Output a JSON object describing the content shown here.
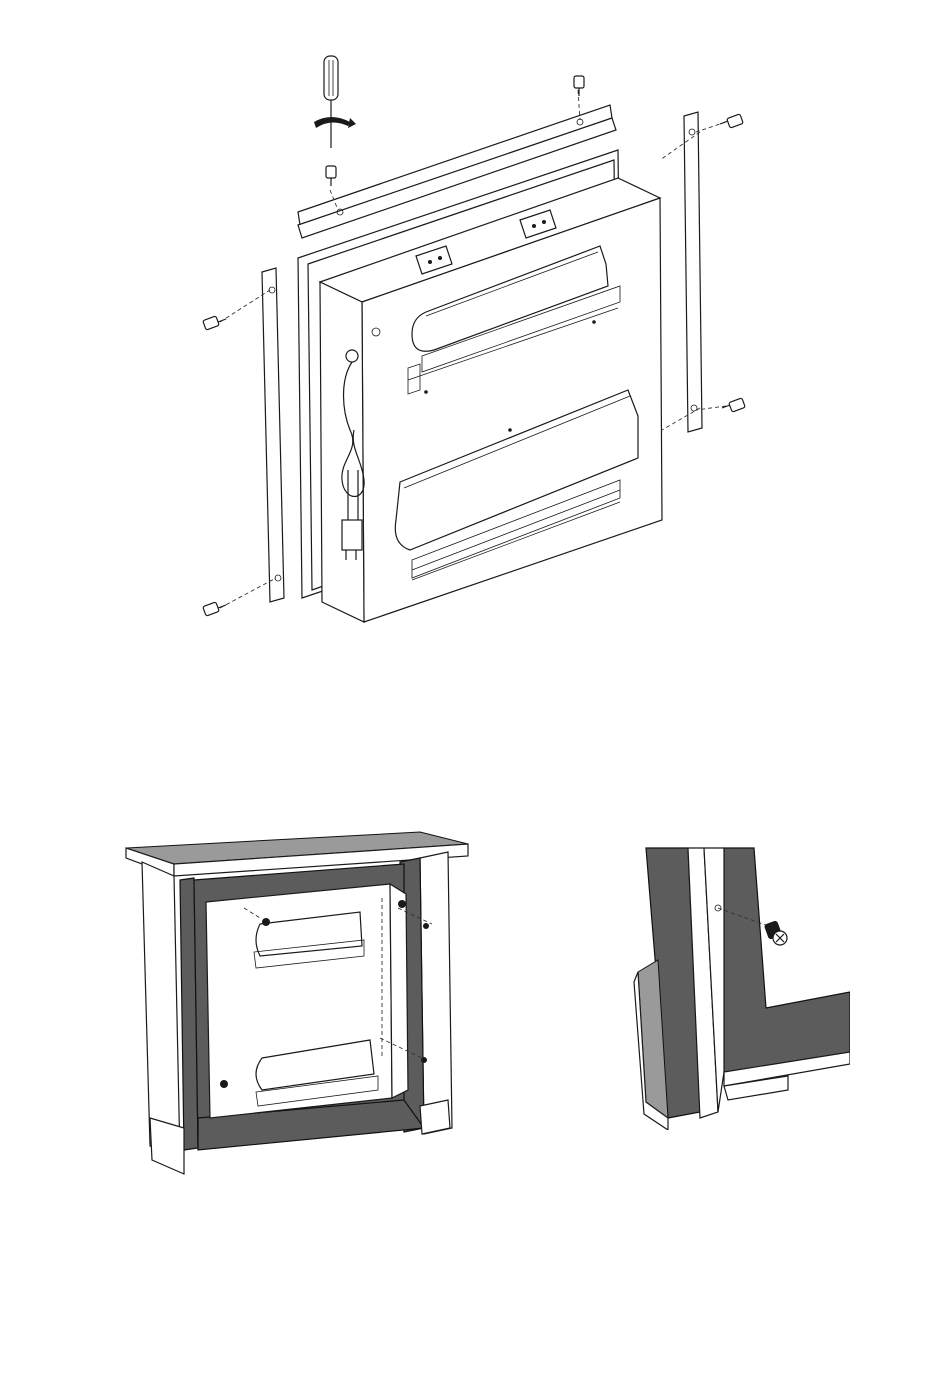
{
  "figures": [
    {
      "name": "exploded-insert-view",
      "icons": [
        "screwdriver-icon",
        "screw-icon",
        "power-cord-icon",
        "plug-icon"
      ]
    },
    {
      "name": "insert-in-mantel-view",
      "icons": [
        "screw-icon"
      ]
    },
    {
      "name": "corner-detail-view",
      "icons": [
        "screw-icon"
      ]
    }
  ],
  "colors": {
    "line": "#1a1a1a",
    "mantel_interior": "#5c5c5c",
    "mantel_shade": "#9a9a9a",
    "background": "#ffffff"
  }
}
